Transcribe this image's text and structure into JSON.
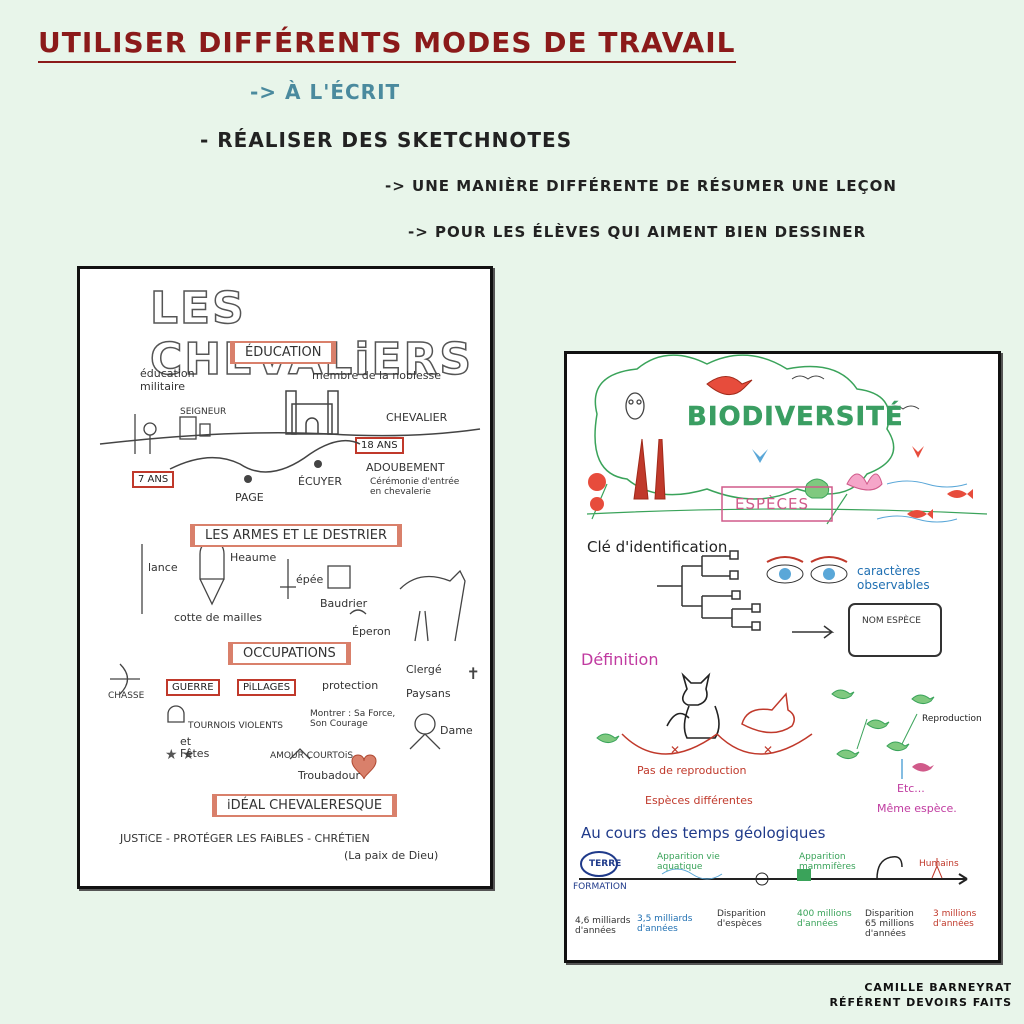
{
  "header": {
    "title": "Utiliser différents modes de travail",
    "line1": "-> à l'écrit",
    "line2": "- Réaliser des sketchnotes",
    "line3": "-> une manière différente de résumer une leçon",
    "line4": "-> pour les élèves qui aiment bien dessiner"
  },
  "sketch_chevaliers": {
    "title": "LES CHEVALiERS",
    "education": "ÉDUCATION",
    "education_militaire": "éducation militaire",
    "membre_noblesse": "membre de la noblesse",
    "seigneur": "SEIGNEUR",
    "chevalier": "CHEVALIER",
    "age_18": "18 ANS",
    "age_7": "7 ANS",
    "page": "PAGE",
    "ecuyer": "ÉCUYER",
    "adoubement": "ADOUBEMENT",
    "ceremonie": "Cérémonie d'entrée en chevalerie",
    "armes": "LES ARMES ET LE DESTRIER",
    "lance": "lance",
    "heaume": "Heaume",
    "epee": "épée",
    "cotte": "cotte de mailles",
    "baudrier": "Baudrier",
    "eperon": "Éperon",
    "occupations": "OCCUPATIONS",
    "chasse": "CHASSE",
    "guerre": "GUERRE",
    "pillages": "PiLLAGES",
    "protection": "protection",
    "clerge": "Clergé",
    "paysans": "Paysans",
    "tournois": "TOURNOIS VIOLENTS",
    "et": "et",
    "fetes": "Fêtes",
    "montrer": "Montrer : Sa Force, Son Courage",
    "dame": "Dame",
    "amour": "AMOUR COURTOiS",
    "troubadour": "Troubadour",
    "ideal": "iDÉAL CHEVALERESQUE",
    "justice": "JUSTiCE - PROTÉGER LES FAiBLES - CHRÉTiEN",
    "paix": "(La paix de Dieu)"
  },
  "sketch_biodiversite": {
    "title": "BIODIVERSITÉ",
    "especes": "ESPÈCES",
    "cle": "Clé d'identification",
    "caracteres": "caractères observables",
    "nom_espece": "NOM ESPÈCE",
    "definition": "Définition",
    "reproduction": "Reproduction",
    "pas_reproduction": "Pas de reproduction",
    "especes_differentes": "Espèces différentes",
    "etc": "Etc...",
    "meme_espece": "Même espèce.",
    "temps": "Au cours des temps géologiques",
    "terre": "TERRE",
    "formation": "FORMATION",
    "apparition_aquatique": "Apparition vie aquatique",
    "apparition_mammiferes": "Apparition mammifères",
    "humains": "Humains",
    "t1": "4,6 milliards d'années",
    "t2": "3,5 milliards d'années",
    "t3": "Disparition d'espèces",
    "t4": "400 millions d'années",
    "t5": "Disparition 65 millions d'années",
    "t6": "3 millions d'années"
  },
  "credit": {
    "name": "Camille Barneyrat",
    "role": "Référent devoirs faits"
  },
  "colors": {
    "background": "#e8f5ea",
    "title": "#8b1a1a",
    "accent": "#4a8a9e"
  }
}
